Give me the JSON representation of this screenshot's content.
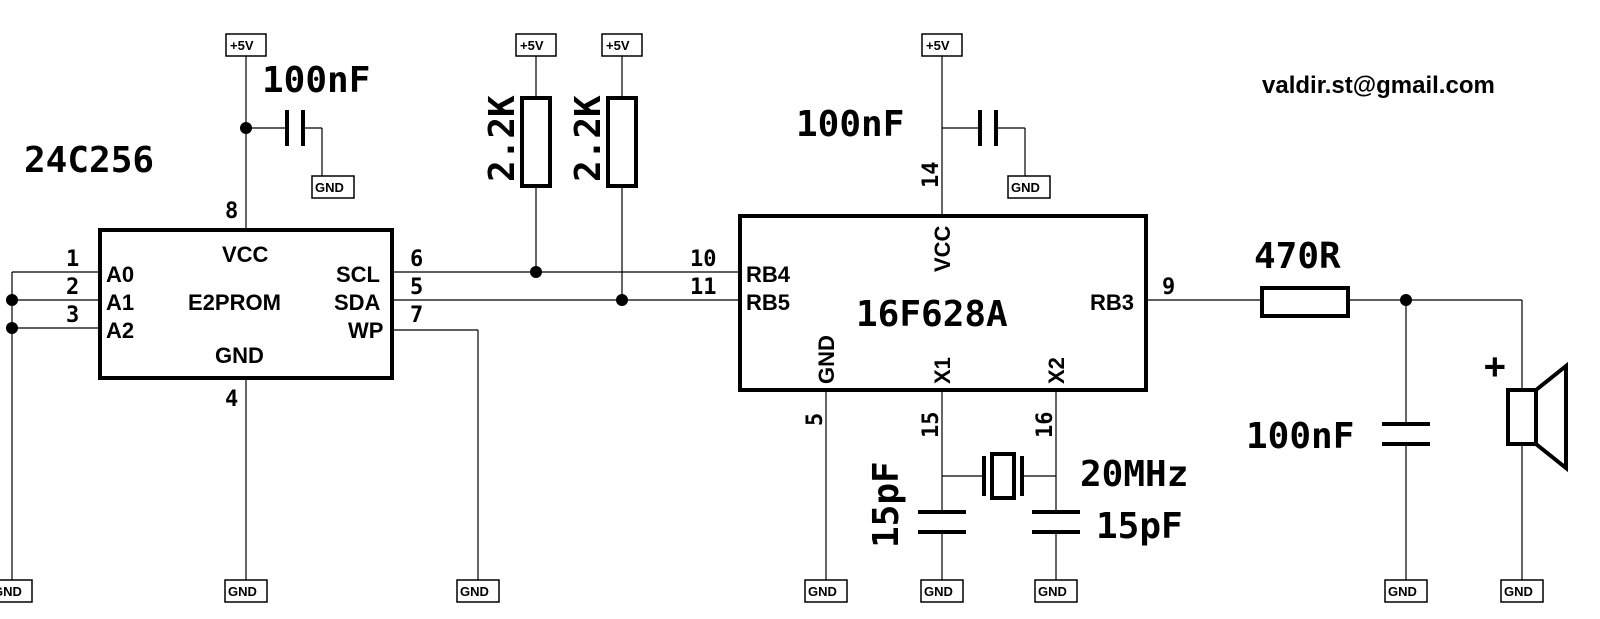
{
  "eeprom": {
    "part": "24C256",
    "type_label": "E2PROM",
    "vcc_label": "VCC",
    "gnd_label": "GND",
    "pins": {
      "a0": {
        "num": "1",
        "name": "A0"
      },
      "a1": {
        "num": "2",
        "name": "A1"
      },
      "a2": {
        "num": "3",
        "name": "A2"
      },
      "gnd": {
        "num": "4"
      },
      "sda": {
        "num": "5",
        "name": "SDA"
      },
      "scl": {
        "num": "6",
        "name": "SCL"
      },
      "wp": {
        "num": "7",
        "name": "WP"
      },
      "vcc": {
        "num": "8"
      }
    }
  },
  "mcu": {
    "part": "16F628A",
    "pins": {
      "rb4": {
        "num": "10",
        "name": "RB4"
      },
      "rb5": {
        "num": "11",
        "name": "RB5"
      },
      "rb3": {
        "num": "9",
        "name": "RB3"
      },
      "vcc": {
        "num": "14",
        "name": "VCC"
      },
      "gnd": {
        "num": "5",
        "name": "GND"
      },
      "x1": {
        "num": "15",
        "name": "X1"
      },
      "x2": {
        "num": "16",
        "name": "X2"
      }
    }
  },
  "components": {
    "c_eeprom": "100nF",
    "c_mcu": "100nF",
    "r_scl": "2.2K",
    "r_sda": "2.2K",
    "r_out": "470R",
    "c_out": "100nF",
    "c_x1": "15pF",
    "c_x2": "15pF",
    "crystal": "20MHz"
  },
  "power": {
    "vcc": "+5V",
    "gnd": "GND"
  },
  "speaker_polarity": "+",
  "author_email": "valdir.st@gmail.com"
}
